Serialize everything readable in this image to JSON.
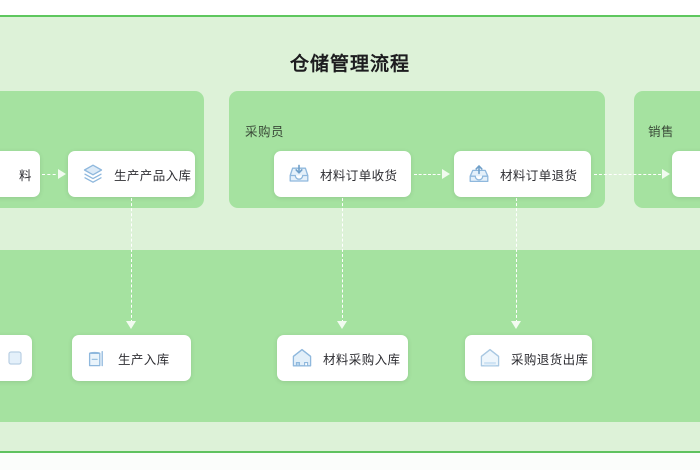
{
  "page": {
    "title": "仓储管理流程"
  },
  "lanes": [
    {
      "id": "lane-a",
      "label": ""
    },
    {
      "id": "lane-b",
      "label": "采购员"
    },
    {
      "id": "lane-c",
      "label": "销售"
    },
    {
      "id": "lane-d",
      "label": ""
    }
  ],
  "nodes": {
    "upper": [
      {
        "id": "material-clipped",
        "label": "料",
        "icon": "clipped-icon"
      },
      {
        "id": "production-product-storage",
        "label": "生产产品入库",
        "icon": "layers-icon"
      },
      {
        "id": "material-order-receive",
        "label": "材料订单收货",
        "icon": "inbox-download-icon"
      },
      {
        "id": "material-order-return",
        "label": "材料订单退货",
        "icon": "outbox-upload-icon"
      },
      {
        "id": "sales-clipped",
        "label": "",
        "icon": "clipped-icon"
      }
    ],
    "lower": [
      {
        "id": "lower-clipped",
        "label": "",
        "icon": "clipped-icon"
      },
      {
        "id": "production-inbound",
        "label": "生产入库",
        "icon": "box-icon"
      },
      {
        "id": "material-purchase-inbound",
        "label": "材料采购入库",
        "icon": "warehouse-in-icon"
      },
      {
        "id": "purchase-return-outbound",
        "label": "采购退货出库",
        "icon": "warehouse-out-icon"
      }
    ]
  },
  "colors": {
    "page_background": "#ddf2d8",
    "lane_background": "#a5e2a0",
    "rule": "#5ec75e",
    "node_background": "#ffffff",
    "icon_accent": "#8fb8dd",
    "icon_fill": "#d8e8f6",
    "title_text": "#1d1d1f",
    "connector": "#ffffff"
  }
}
